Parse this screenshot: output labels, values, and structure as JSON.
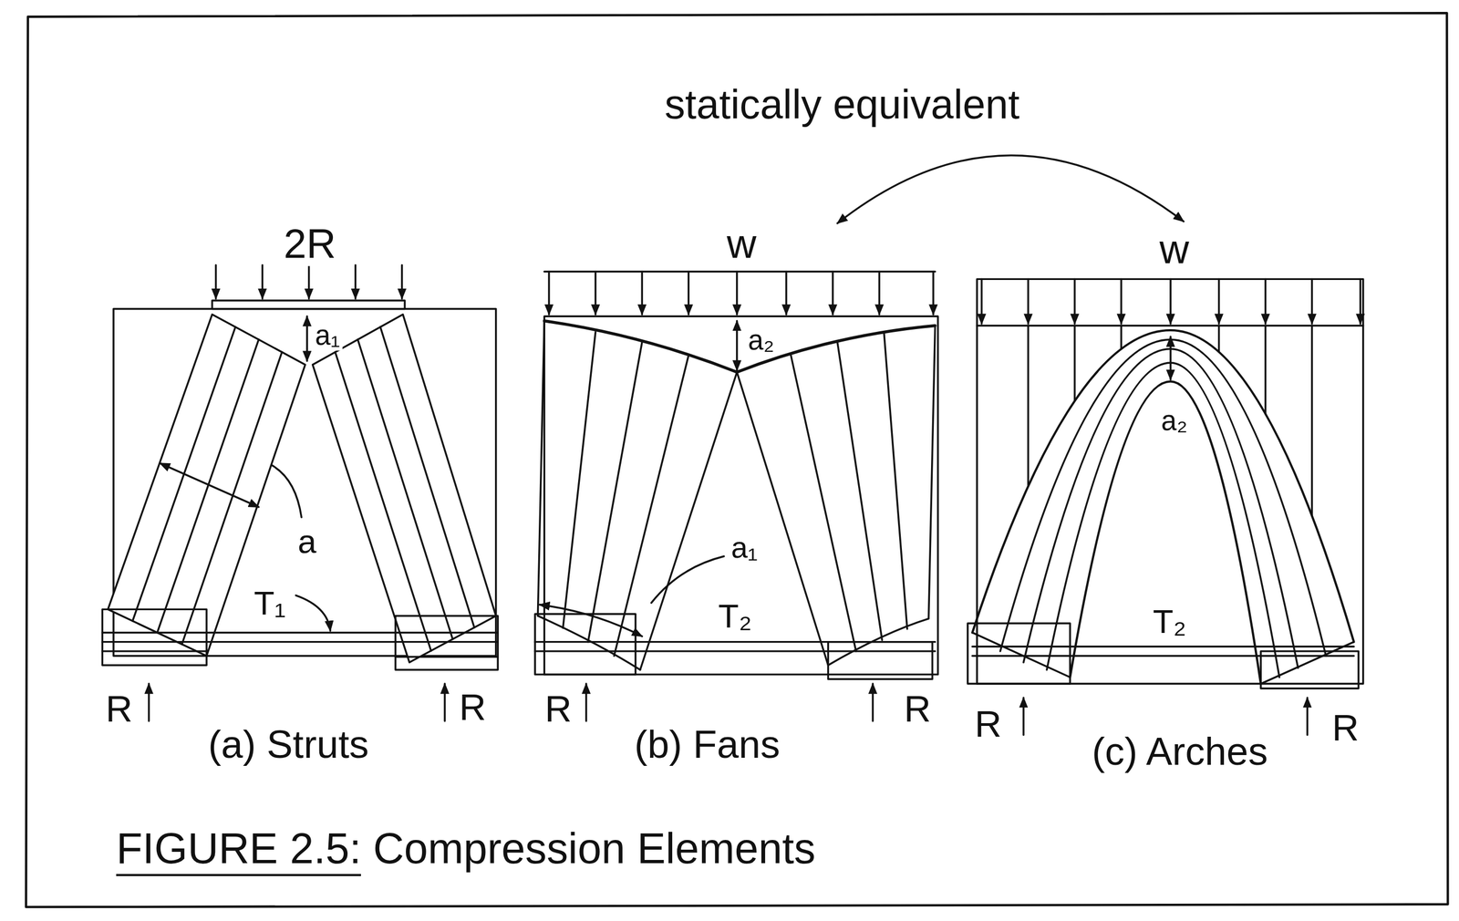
{
  "diagram": {
    "caption": "FIGURE 2.5: Compression Elements",
    "labels": [
      "statically equivalent",
      "2R",
      "a₁",
      "a",
      "T₁",
      "R",
      "R",
      "(a) Struts",
      "w",
      "a₂",
      "a₁",
      "T₂",
      "R",
      "R",
      "(b) Fans",
      "w",
      "a₂",
      "T₂",
      "R",
      "R",
      "(c) Arches"
    ]
  }
}
